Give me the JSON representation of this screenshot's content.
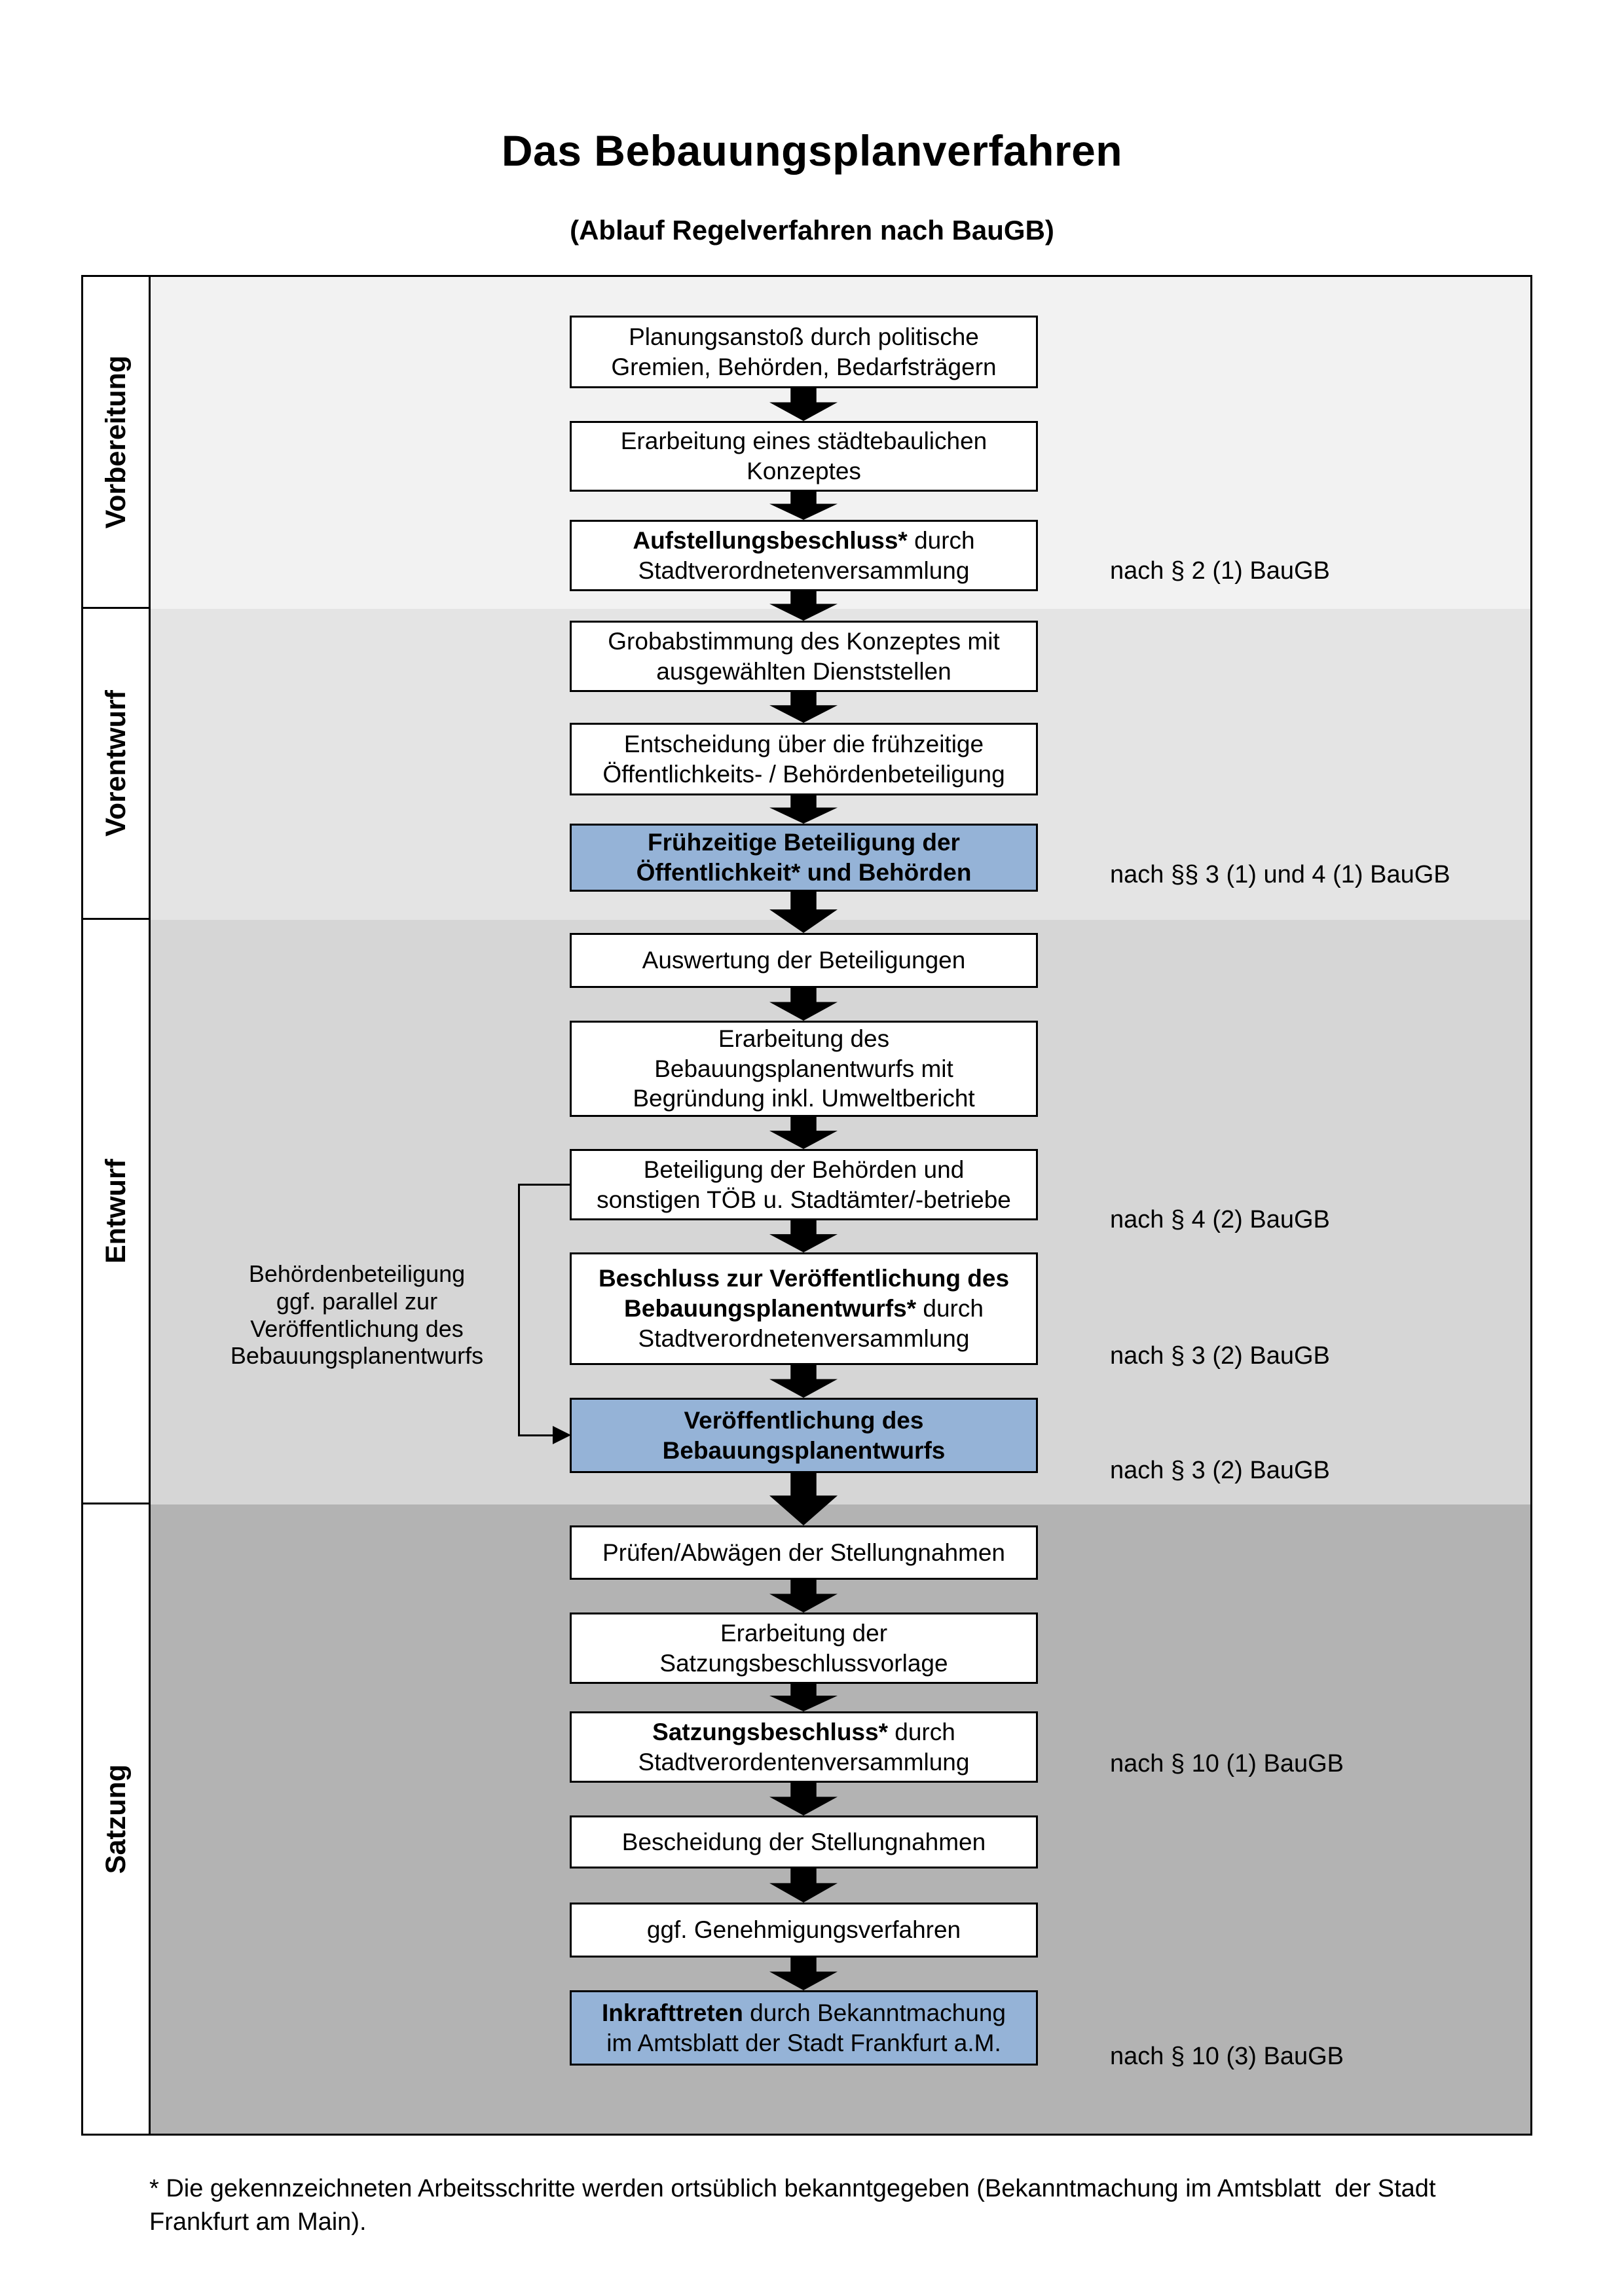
{
  "page": {
    "title": "Das Bebauungsplanverfahren",
    "subtitle": "(Ablauf Regelverfahren nach BauGB)",
    "footnote": "* Die gekennzeichneten Arbeitsschritte werden ortsüblich bekanntgegeben (Bekanntmachung im Amtsblatt  der Stadt\nFrankfurt am Main)."
  },
  "phases": {
    "vorbereitung": {
      "label": "Vorbereitung"
    },
    "vorentwurf": {
      "label": "Vorentwurf"
    },
    "entwurf": {
      "label": "Entwurf"
    },
    "satzung": {
      "label": "Satzung"
    }
  },
  "boxes": {
    "b1": {
      "bold": "",
      "text": "Planungsanstoß durch politische\nGremien, Behörden, Bedarfsträgern"
    },
    "b2": {
      "bold": "",
      "text": "Erarbeitung eines städtebaulichen\nKonzeptes"
    },
    "b3": {
      "bold": "Aufstellungsbeschluss*",
      "text": " durch\nStadtverordnetenversammlung"
    },
    "b4": {
      "bold": "",
      "text": "Grobabstimmung des Konzeptes mit\nausgewählten Dienststellen"
    },
    "b5": {
      "bold": "",
      "text": "Entscheidung über die frühzeitige\nÖffentlichkeits- / Behördenbeteiligung"
    },
    "b6": {
      "bold": "Frühzeitige Beteiligung der\nÖffentlichkeit* und Behörden",
      "text": ""
    },
    "b7": {
      "bold": "",
      "text": "Auswertung der Beteiligungen"
    },
    "b8": {
      "bold": "",
      "text": "Erarbeitung des\nBebauungsplanentwurfs mit\nBegründung inkl. Umweltbericht"
    },
    "b9": {
      "bold": "",
      "text": "Beteiligung der Behörden und\nsonstigen TÖB u. Stadtämter/-betriebe"
    },
    "b10": {
      "bold": "Beschluss zur Veröffentlichung des\nBebauungsplanentwurfs*",
      "text": " durch\nStadtverordnetenversammlung"
    },
    "b11": {
      "bold": "Veröffentlichung des\nBebauungsplanentwurfs",
      "text": ""
    },
    "b12": {
      "bold": "",
      "text": "Prüfen/Abwägen der Stellungnahmen"
    },
    "b13": {
      "bold": "",
      "text": "Erarbeitung der\nSatzungsbeschlussvorlage"
    },
    "b14": {
      "bold": "Satzungsbeschluss*",
      "text": " durch\nStadtverordentenversammlung"
    },
    "b15": {
      "bold": "",
      "text": "Bescheidung der Stellungnahmen"
    },
    "b16": {
      "bold": "",
      "text": "ggf. Genehmigungsverfahren"
    },
    "b17": {
      "bold": "Inkrafttreten",
      "text": " durch Bekanntmachung\nim Amtsblatt der Stadt Frankfurt a.M."
    }
  },
  "notes": {
    "n1": "nach § 2 (1) BauGB",
    "n2": "nach §§ 3 (1) und 4 (1) BauGB",
    "n3": "nach § 4 (2) BauGB",
    "n4": "nach § 3 (2) BauGB",
    "n5": "nach § 3 (2) BauGB",
    "n6": "nach § 10 (1) BauGB",
    "n7": "nach § 10 (3) BauGB"
  },
  "sidenote": "Behördenbeteiligung\nggf. parallel zur\nVeröffentlichung des\nBebauungsplanentwurfs",
  "colors": {
    "band_vorbereitung": "#f2f2f2",
    "band_vorentwurf": "#e4e4e4",
    "band_entwurf": "#d6d6d6",
    "band_satzung": "#b3b3b3",
    "highlight_blue": "#95b3d7",
    "box_border": "#000000"
  }
}
